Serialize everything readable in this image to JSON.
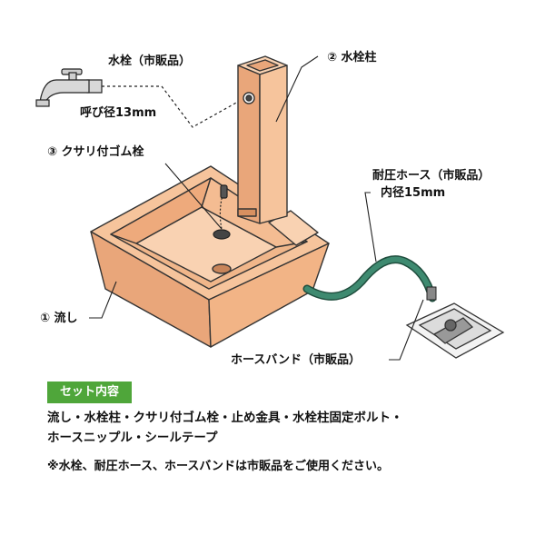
{
  "labels": {
    "faucet": "水栓（市販品）",
    "faucet_size": "呼び径13mm",
    "post": "② 水栓柱",
    "plug": "③ クサリ付ゴム栓",
    "sink": "① 流し",
    "hose": "耐圧ホース（市販品）",
    "hose_size": "内径15mm",
    "hose_band": "ホースバンド（市販品）"
  },
  "set_contents": {
    "badge": "セット内容",
    "line1": "流し・水栓柱・クサリ付ゴム栓・止め金具・水栓柱固定ボルト・",
    "line2": "ホースニップル・シールテープ",
    "note": "※水栓、耐圧ホース、ホースバンドは市販品をご使用ください。"
  },
  "colors": {
    "sink_fill": "#f6c49c",
    "sink_shade": "#e9a67a",
    "hose": "#3e8a70",
    "badge": "#4fa63a"
  }
}
